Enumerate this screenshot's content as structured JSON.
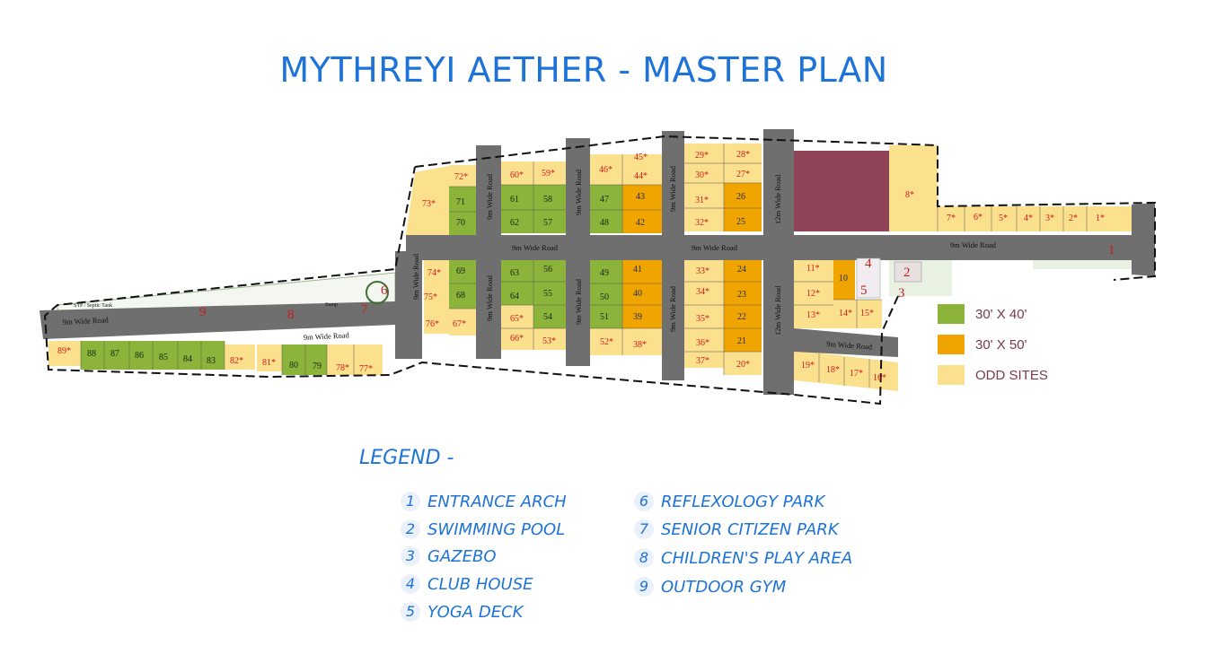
{
  "title": "MYTHREYI AETHER  - MASTER PLAN",
  "colors": {
    "plot_30x40": "#8db43a",
    "plot_30x50": "#f0a400",
    "odd_site": "#fbe08e",
    "road": "#6f6f6f",
    "clubhouse": "#8e4356",
    "title": "#1e73d8"
  },
  "road_label": "9m Wide Road",
  "road_label_12m": "12m Wide Road",
  "stp_label": "STP / Septic Tank",
  "sump_label": "Sump",
  "key": [
    {
      "label": "30' X 40'",
      "color": "#8db43a"
    },
    {
      "label": "30' X 50'",
      "color": "#f0a400"
    },
    {
      "label": "ODD SITES",
      "color": "#fbe08e"
    }
  ],
  "legend": {
    "title": "LEGEND -",
    "items": [
      {
        "num": "1",
        "label": "ENTRANCE ARCH"
      },
      {
        "num": "2",
        "label": "SWIMMING POOL"
      },
      {
        "num": "3",
        "label": "GAZEBO"
      },
      {
        "num": "4",
        "label": "CLUB HOUSE"
      },
      {
        "num": "5",
        "label": "YOGA DECK"
      },
      {
        "num": "6",
        "label": "REFLEXOLOGY PARK"
      },
      {
        "num": "7",
        "label": "SENIOR CITIZEN PARK"
      },
      {
        "num": "8",
        "label": "CHILDREN'S PLAY AREA"
      },
      {
        "num": "9",
        "label": "OUTDOOR GYM"
      }
    ]
  },
  "plots": {
    "p73": "73*",
    "p72": "72*",
    "p71": "71",
    "p70": "70",
    "p60": "60*",
    "p59": "59*",
    "p61": "61",
    "p58": "58",
    "p62": "62",
    "p57": "57",
    "p46": "46*",
    "p45": "45*",
    "p44": "44*",
    "p47": "47",
    "p43": "43",
    "p48": "48",
    "p42": "42",
    "p29": "29*",
    "p28": "28*",
    "p30": "30*",
    "p27": "27*",
    "p31": "31*",
    "p26": "26",
    "p32": "32*",
    "p25": "25",
    "p8": "8*",
    "p7": "7*",
    "p6": "6*",
    "p5": "5*",
    "p4": "4*",
    "p3": "3*",
    "p2": "2*",
    "p1": "1*",
    "p74": "74*",
    "p69": "69",
    "p75": "75*",
    "p68": "68",
    "p76": "76*",
    "p67": "67*",
    "p63": "63",
    "p56": "56",
    "p64": "64",
    "p55": "55",
    "p65": "65*",
    "p54": "54",
    "p66": "66*",
    "p53": "53*",
    "p49": "49",
    "p41": "41",
    "p50": "50",
    "p40": "40",
    "p51": "51",
    "p39": "39",
    "p52": "52*",
    "p38": "38*",
    "p33": "33*",
    "p24": "24",
    "p34": "34*",
    "p23": "23",
    "p35": "35*",
    "p22": "22",
    "p36": "36*",
    "p21": "21",
    "p37": "37*",
    "p20": "20*",
    "p11": "11*",
    "p10": "10",
    "p12": "12*",
    "p13": "13*",
    "p14": "14*",
    "p15": "15*",
    "p19": "19*",
    "p18": "18*",
    "p17": "17*",
    "p16": "16*",
    "p89": "89*",
    "p88": "88",
    "p87": "87",
    "p86": "86",
    "p85": "85",
    "p84": "84",
    "p83": "83",
    "p82": "82*",
    "p81": "81*",
    "p80": "80",
    "p79": "79",
    "p78": "78*",
    "p77": "77*"
  },
  "amenity_markers": {
    "a1": "1",
    "a2": "2",
    "a3": "3",
    "a4": "4",
    "a5": "5",
    "a6": "6",
    "a7": "7",
    "a8": "8",
    "a9": "9"
  }
}
